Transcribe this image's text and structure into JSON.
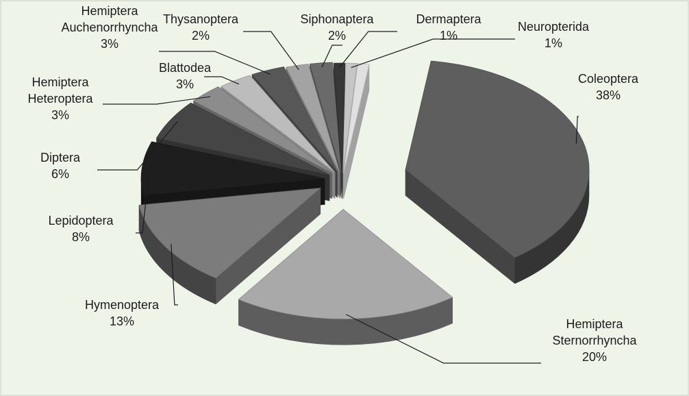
{
  "chart_data": {
    "type": "pie",
    "style": "3d-exploded",
    "title": "",
    "series": [
      {
        "values": [
          38,
          20,
          13,
          8,
          6,
          3,
          3,
          3,
          3,
          2,
          2,
          1,
          1
        ]
      }
    ],
    "categories": [
      "Coleoptera",
      "Hemiptera Sternorrhyncha",
      "Hymenoptera",
      "Lepidoptera",
      "Diptera",
      "Hemiptera Heteroptera",
      "Blattodea",
      "Hemiptera Auchenorrhyncha",
      "Thysanoptera",
      "Siphonaptera",
      "Dermaptera",
      "Neuropterida",
      ""
    ],
    "slices": [
      {
        "label": [
          "Coleoptera"
        ],
        "pct_text": "38%",
        "value": 38,
        "color": "#5e5e5e"
      },
      {
        "label": [
          "Hemiptera",
          "Sternorrhyncha"
        ],
        "pct_text": "20%",
        "value": 20,
        "color": "#a9a9a9"
      },
      {
        "label": [
          "Hymenoptera"
        ],
        "pct_text": "13%",
        "value": 13,
        "color": "#7c7c7c"
      },
      {
        "label": [
          "Lepidoptera"
        ],
        "pct_text": "8%",
        "value": 8,
        "color": "#1e1e1e"
      },
      {
        "label": [
          "Diptera"
        ],
        "pct_text": "6%",
        "value": 6,
        "color": "#454545"
      },
      {
        "label": [
          "Hemiptera",
          "Heteroptera"
        ],
        "pct_text": "3%",
        "value": 3,
        "color": "#8c8c8c"
      },
      {
        "label": [
          "Blattodea"
        ],
        "pct_text": "3%",
        "value": 3,
        "color": "#bcbcbc"
      },
      {
        "label": [
          "Hemiptera",
          "Auchenorrhyncha"
        ],
        "pct_text": "3%",
        "value": 3,
        "color": "#575757"
      },
      {
        "label": [
          "Thysanoptera"
        ],
        "pct_text": "2%",
        "value": 2,
        "color": "#a3a3a3"
      },
      {
        "label": [
          "Siphonaptera"
        ],
        "pct_text": "2%",
        "value": 2,
        "color": "#6a6a6a"
      },
      {
        "label": [
          "Dermaptera"
        ],
        "pct_text": "1%",
        "value": 1,
        "color": "#383838"
      },
      {
        "label": [
          "Neuropterida"
        ],
        "pct_text": "1%",
        "value": 1,
        "color": "#c6c6c6"
      },
      {
        "label": [],
        "pct_text": "",
        "value": 1,
        "color": "#e0e0e0"
      }
    ],
    "legend": "none",
    "data_labels": "outside-with-leader-lines"
  }
}
